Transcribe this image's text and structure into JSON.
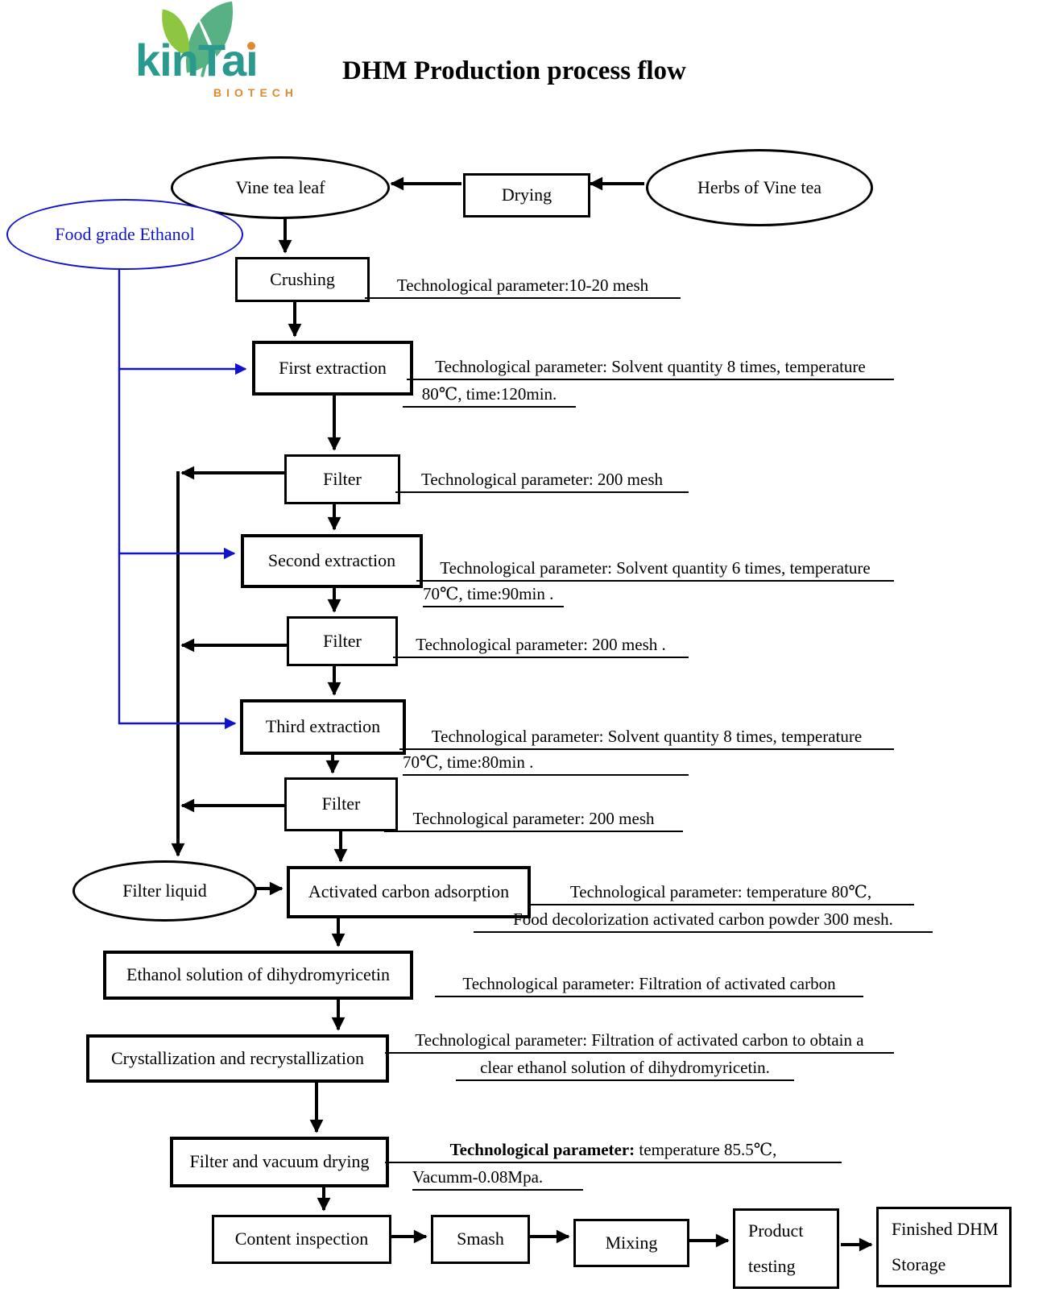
{
  "header": {
    "brand": "kinTa",
    "brand_last_letter": "ı",
    "brand_sub": "BIOTECH",
    "title": "DHM Production process flow"
  },
  "nodes": {
    "vine_tea_leaf": "Vine tea leaf",
    "drying": "Drying",
    "herbs_of_vine_tea": "Herbs of Vine tea",
    "food_grade_ethanol": "Food grade Ethanol",
    "crushing": "Crushing",
    "first_extraction": "First extraction",
    "filter1": "Filter",
    "second_extraction": "Second extraction",
    "filter2": "Filter",
    "third_extraction": "Third extraction",
    "filter3": "Filter",
    "filter_liquid": "Filter liquid",
    "activated_carbon": "Activated carbon adsorption",
    "ethanol_solution": "Ethanol solution of dihydromyricetin",
    "crystallization": "Crystallization and recrystallization",
    "vacuum_drying": "Filter and vacuum drying",
    "content_inspection": "Content inspection",
    "smash": "Smash",
    "mixing": "Mixing",
    "product_testing_l1": "Product",
    "product_testing_l2": "testing",
    "finished_l1": "Finished DHM",
    "finished_l2": "Storage"
  },
  "params": {
    "crushing": {
      "l1": "Technological parameter:10-20 mesh"
    },
    "first_extraction": {
      "l1": "Technological parameter: Solvent quantity 8 times, temperature",
      "l2": "80℃, time:120min."
    },
    "filter1": {
      "l1": "Technological parameter: 200 mesh"
    },
    "second_extraction": {
      "l1": "Technological parameter: Solvent quantity 6 times, temperature",
      "l2": "70℃, time:90min ."
    },
    "filter2": {
      "l1": "Technological parameter: 200 mesh ."
    },
    "third_extraction": {
      "l1": "Technological parameter: Solvent quantity 8 times, temperature",
      "l2": "70℃, time:80min ."
    },
    "filter3": {
      "l1": "Technological parameter: 200 mesh"
    },
    "activated_carbon": {
      "l1": "Technological parameter: temperature 80℃,",
      "l2": "Food decolorization activated carbon powder 300 mesh."
    },
    "ethanol_solution": {
      "l1": "Technological parameter: Filtration of activated carbon"
    },
    "crystallization": {
      "l1": "Technological parameter: Filtration of activated carbon to obtain a",
      "l2": "clear ethanol solution of dihydromyricetin."
    },
    "vacuum_drying": {
      "bold": "Technological parameter:",
      "rest": " temperature 85.5℃,",
      "l2": "Vacumm-0.08Mpa."
    }
  },
  "colors": {
    "blue": "#1212cd",
    "black": "#000000",
    "teal": "#2a9a8e",
    "orange": "#e0892f",
    "leaf_light": "#8dc63f",
    "leaf_dark": "#57b183"
  }
}
